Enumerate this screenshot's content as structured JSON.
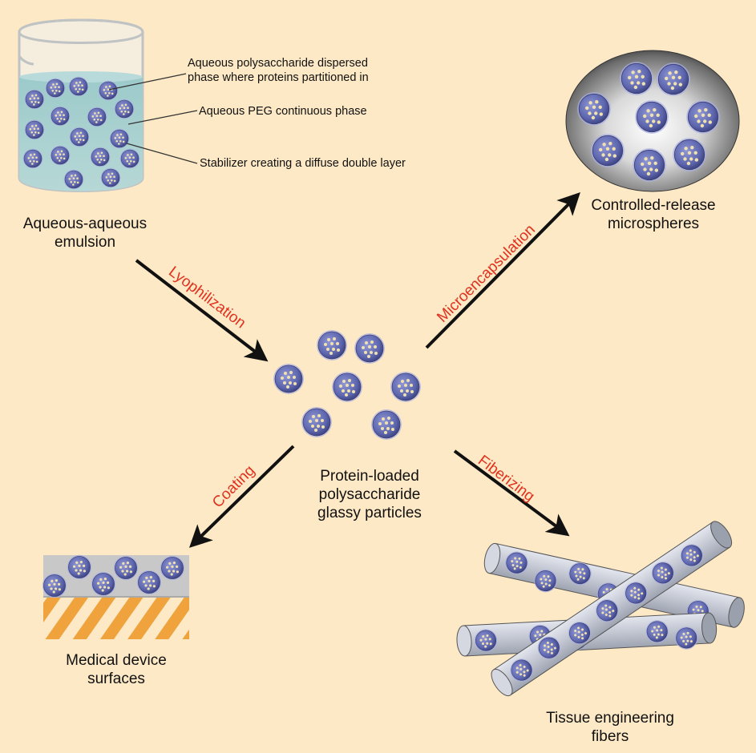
{
  "colors": {
    "background": "#fde9c6",
    "particle_fill": "#6a72b8",
    "particle_edge": "#3a3f7e",
    "particle_dot": "#e8d9a6",
    "continuous_phase": "#a6cfcf",
    "process_label": "#e0321e",
    "fiber_fill": "#c8ccd6",
    "coating_layer": "#c8c8c8",
    "substrate_stripe": "#f0a23c"
  },
  "icons": {
    "beaker": "beaker-icon",
    "particle": "glassy-particle-icon",
    "microsphere": "microsphere-icon",
    "fiber": "fiber-icon",
    "arrow": "arrow-icon"
  },
  "beaker_annotations": {
    "dispersed_phase": [
      "Aqueous polysaccharide dispersed",
      "phase where proteins partitioned in"
    ],
    "continuous_phase": "Aqueous PEG continuous phase",
    "stabilizer": "Stabilizer creating a diffuse double layer"
  },
  "nodes": {
    "emulsion": [
      "Aqueous-aqueous",
      "emulsion"
    ],
    "particles": [
      "Protein-loaded",
      "polysaccharide",
      "glassy particles"
    ],
    "microspheres": [
      "Controlled-release",
      "microspheres"
    ],
    "surfaces": [
      "Medical device",
      "surfaces"
    ],
    "fibers": [
      "Tissue engineering",
      "fibers"
    ]
  },
  "processes": {
    "lyophilization": "Lyophilization",
    "microencapsulation": "Microencapsulation",
    "coating": "Coating",
    "fiberizing": "Fiberizing"
  }
}
